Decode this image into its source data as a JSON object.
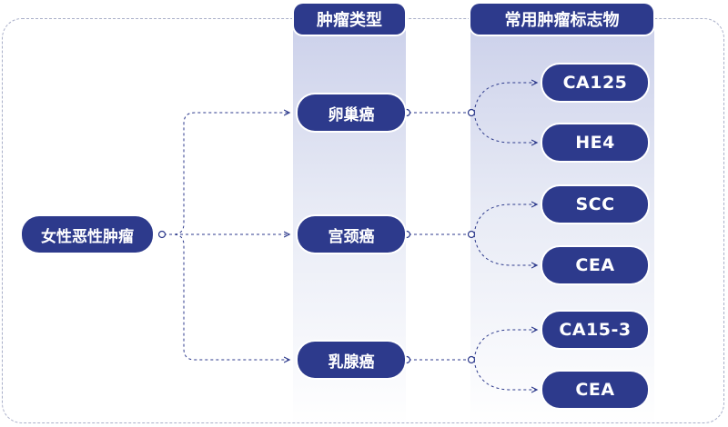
{
  "headers": {
    "types": "肿瘤类型",
    "markers": "常用肿瘤标志物"
  },
  "root": {
    "label": "女性恶性肿瘤"
  },
  "tumor_types": [
    {
      "label": "卵巢癌",
      "markers": [
        "CA125",
        "HE4"
      ]
    },
    {
      "label": "宫颈癌",
      "markers": [
        "SCC",
        "CEA"
      ]
    },
    {
      "label": "乳腺癌",
      "markers": [
        "CA15-3",
        "CEA"
      ]
    }
  ],
  "colors": {
    "node": "#2d3a8c",
    "connector": "#2d3a8c",
    "column_band": "#cbd0ea",
    "frame": "#a9afc9"
  }
}
